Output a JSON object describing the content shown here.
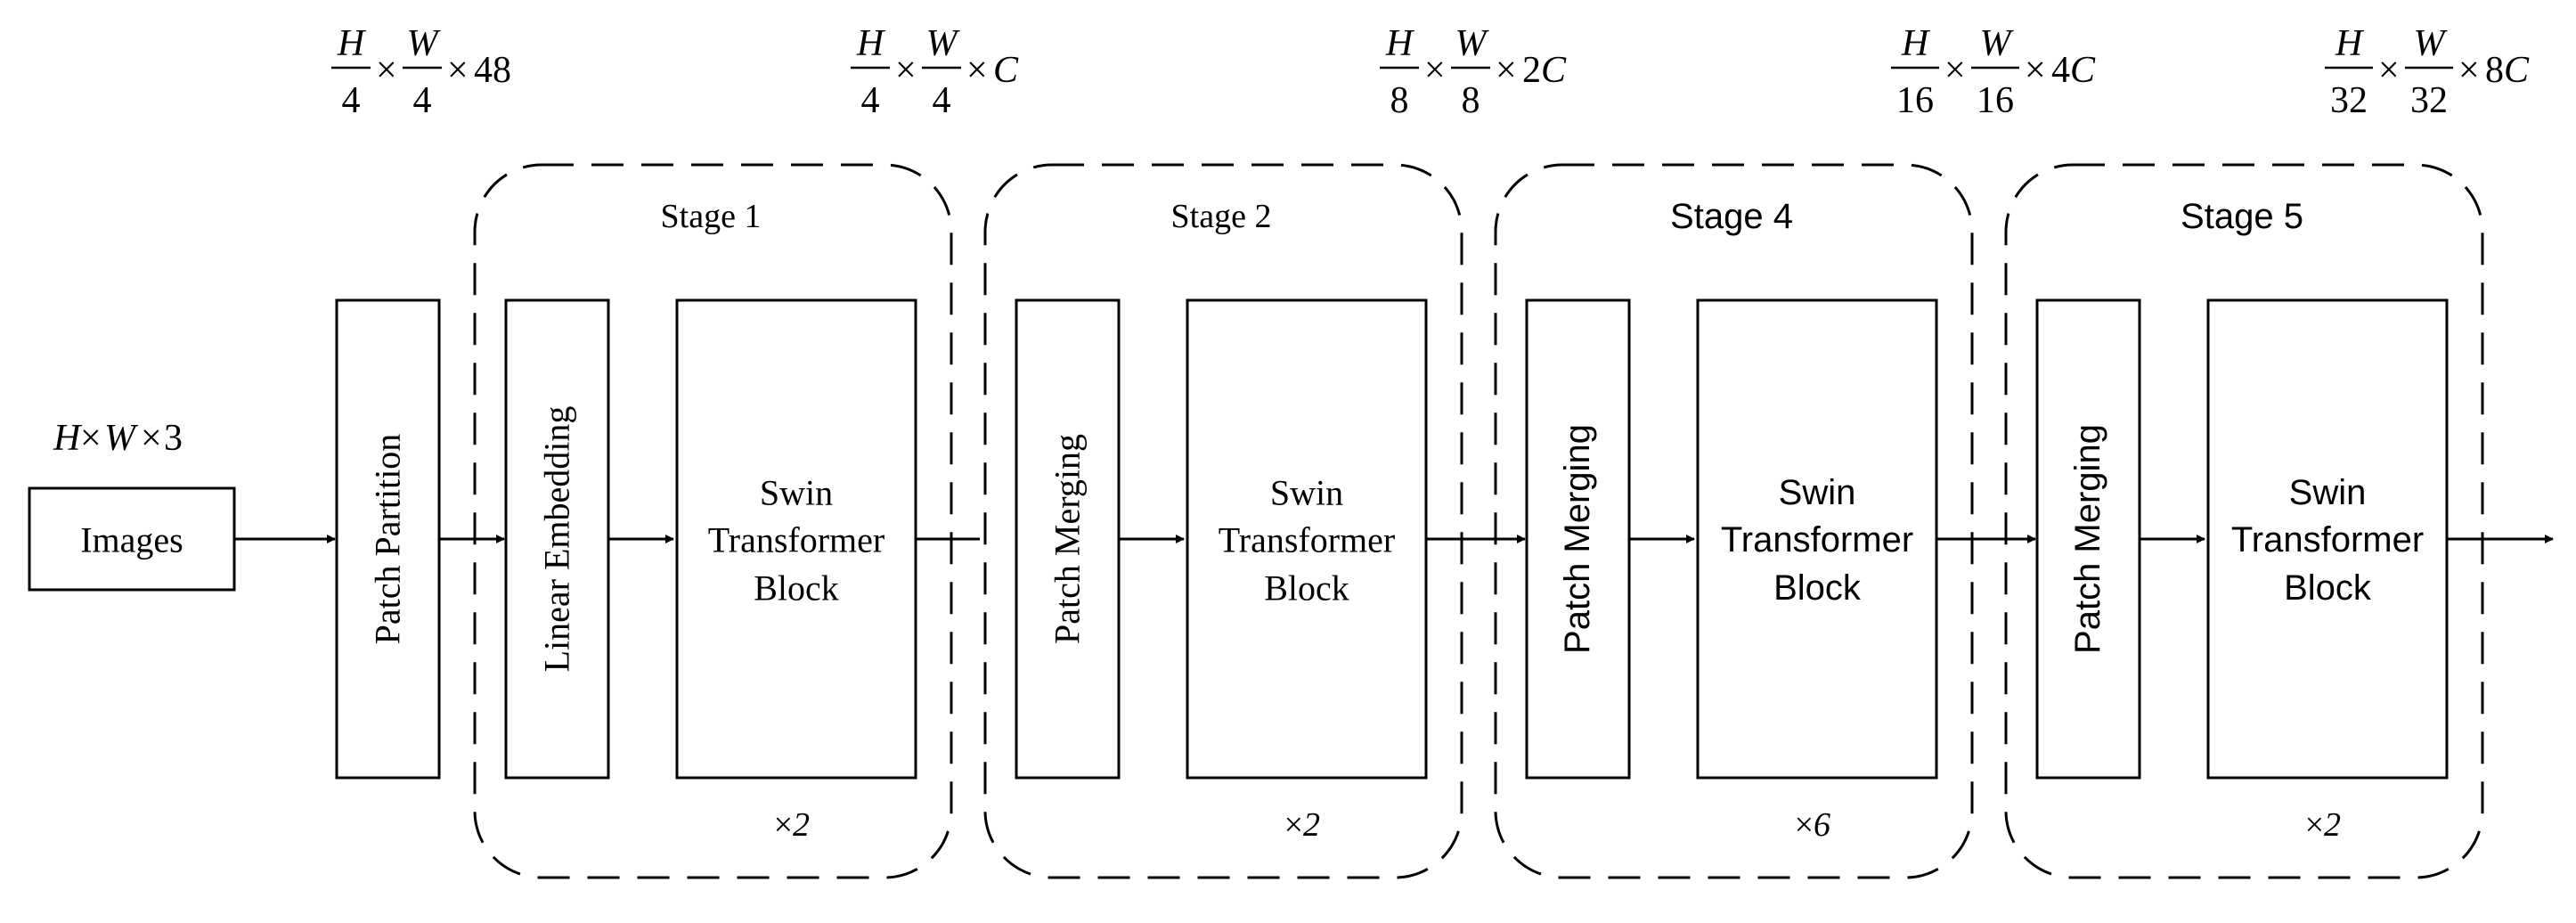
{
  "input": {
    "dims": {
      "H": "H",
      "times": "×",
      "W": "W",
      "c": "3"
    },
    "box_label": "Images"
  },
  "patch_partition": {
    "label": "Patch Partition"
  },
  "dim_labels": [
    {
      "num1": "H",
      "den1": "4",
      "num2": "W",
      "den2": "4",
      "times": "×",
      "suffix_num": "48",
      "suffix_var": ""
    },
    {
      "num1": "H",
      "den1": "4",
      "num2": "W",
      "den2": "4",
      "times": "×",
      "suffix_num": "",
      "suffix_var": "C"
    },
    {
      "num1": "H",
      "den1": "8",
      "num2": "W",
      "den2": "8",
      "times": "×",
      "suffix_num": "2",
      "suffix_var": "C"
    },
    {
      "num1": "H",
      "den1": "16",
      "num2": "W",
      "den2": "16",
      "times": "×",
      "suffix_num": "4",
      "suffix_var": "C"
    },
    {
      "num1": "H",
      "den1": "32",
      "num2": "W",
      "den2": "32",
      "times": "×",
      "suffix_num": "8",
      "suffix_var": "C"
    }
  ],
  "stages": [
    {
      "title": "Stage 1",
      "first_block": "Linear Embedding",
      "block_lines": [
        "Swin",
        "Transformer",
        "Block"
      ],
      "repeat_times": "×",
      "repeat_count": "2"
    },
    {
      "title": "Stage 2",
      "first_block": "Patch Merging",
      "block_lines": [
        "Swin",
        "Transformer",
        "Block"
      ],
      "repeat_times": "×",
      "repeat_count": "2"
    },
    {
      "title": "Stage 4",
      "first_block": "Patch Merging",
      "block_lines": [
        "Swin",
        "Transformer",
        "Block"
      ],
      "repeat_times": "×",
      "repeat_count": "6"
    },
    {
      "title": "Stage 5",
      "first_block": "Patch Merging",
      "block_lines": [
        "Swin",
        "Transformer",
        "Block"
      ],
      "repeat_times": "×",
      "repeat_count": "2"
    }
  ]
}
